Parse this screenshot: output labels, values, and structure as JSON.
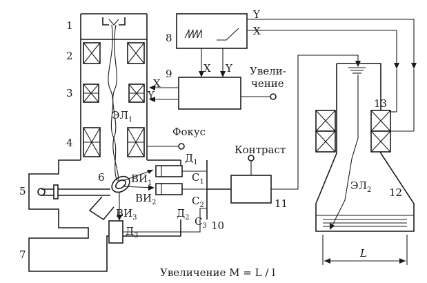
{
  "numbers": {
    "n1": "1",
    "n2": "2",
    "n3": "3",
    "n4": "4",
    "n5": "5",
    "n6": "6",
    "n7": "7",
    "n8": "8",
    "n9": "9",
    "n10": "10",
    "n11": "11",
    "n12": "12",
    "n13": "13"
  },
  "labels": {
    "beam_column": "ЭЛ",
    "beam_column_sub": "1",
    "beam_crt": "ЭЛ",
    "beam_crt_sub": "2",
    "focus": "Фокус",
    "contrast": "Контраст",
    "mag_line1": "Увели-",
    "mag_line2": "чение",
    "x": "X",
    "y": "Y",
    "length_L": "L",
    "formula": "Увеличение  M = L / l"
  },
  "detectors": {
    "d1": "Д",
    "d1_sub": "1",
    "d2": "Д",
    "d2_sub": "2",
    "d3": "Д",
    "d3_sub": "3",
    "c1": "С",
    "c1_sub": "1",
    "c2": "С",
    "c2_sub": "2",
    "c3": "С",
    "c3_sub": "3",
    "vi1": "ВИ",
    "vi1_sub": "1",
    "vi2": "ВИ",
    "vi2_sub": "2",
    "vi3": "ВИ",
    "vi3_sub": "3"
  }
}
